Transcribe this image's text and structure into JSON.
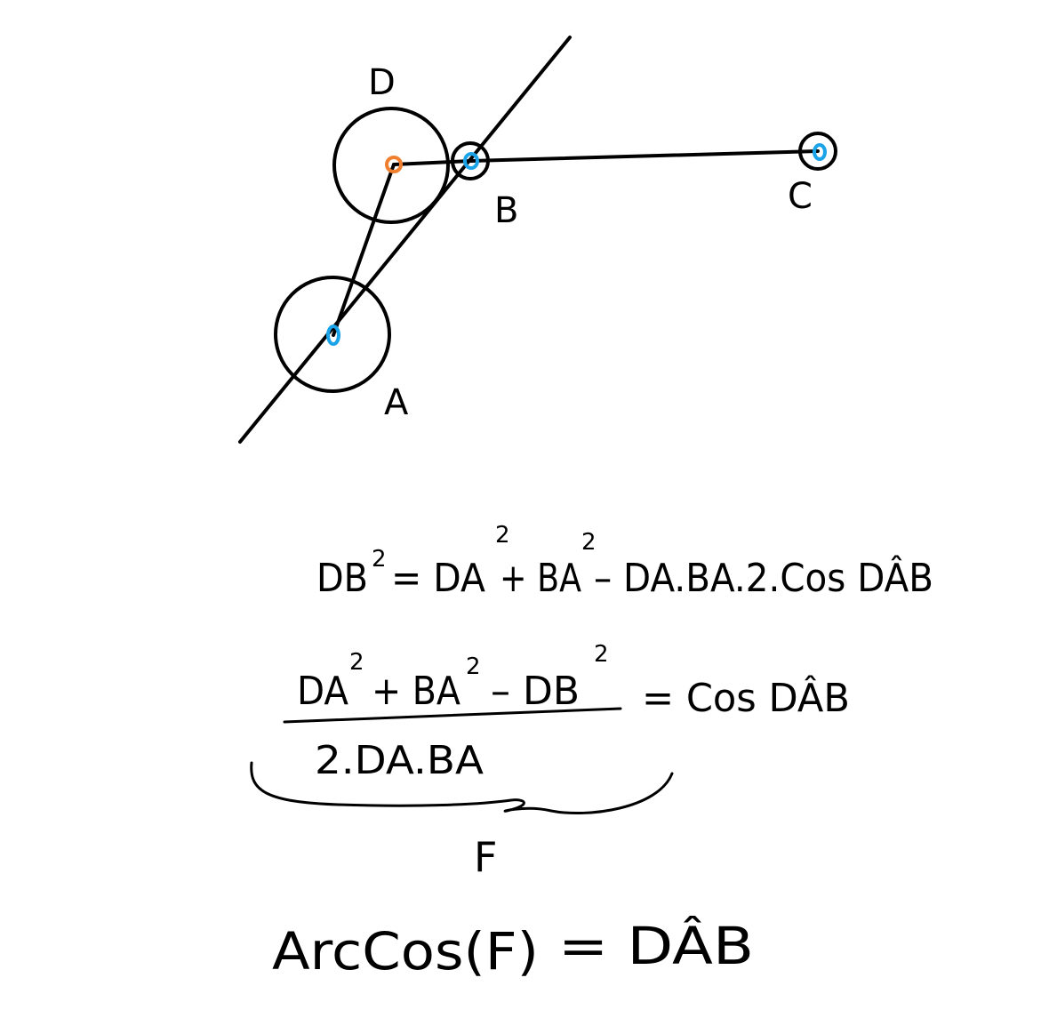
{
  "points": {
    "A": "A",
    "B": "B",
    "C": "C",
    "D": "D"
  },
  "equations": {
    "law_of_cosines": {
      "lhs": "DB",
      "lhs_exp": "2",
      "rhs_part1": "= DA",
      "rhs_exp1": "2",
      "rhs_part2": "+ BA",
      "rhs_exp2": "2",
      "rhs_part3": "– DA.BA.2.Cos DÂB"
    },
    "cos_fraction": {
      "numerator": "DA",
      "num_exp1": "2",
      "num_part2": "+ BA",
      "num_exp2": "2",
      "num_part3": "– DB",
      "num_exp3": "2",
      "result": "= Cos DÂB",
      "denominator": "2.DA.BA"
    },
    "brace_label": "F",
    "arccos": {
      "lhs": "ArcCos(F)",
      "rhs": "= DÂB"
    }
  },
  "colors": {
    "ink": "#000000",
    "point_D": "#f07f2f",
    "points_ABC": "#1aa3e8"
  }
}
